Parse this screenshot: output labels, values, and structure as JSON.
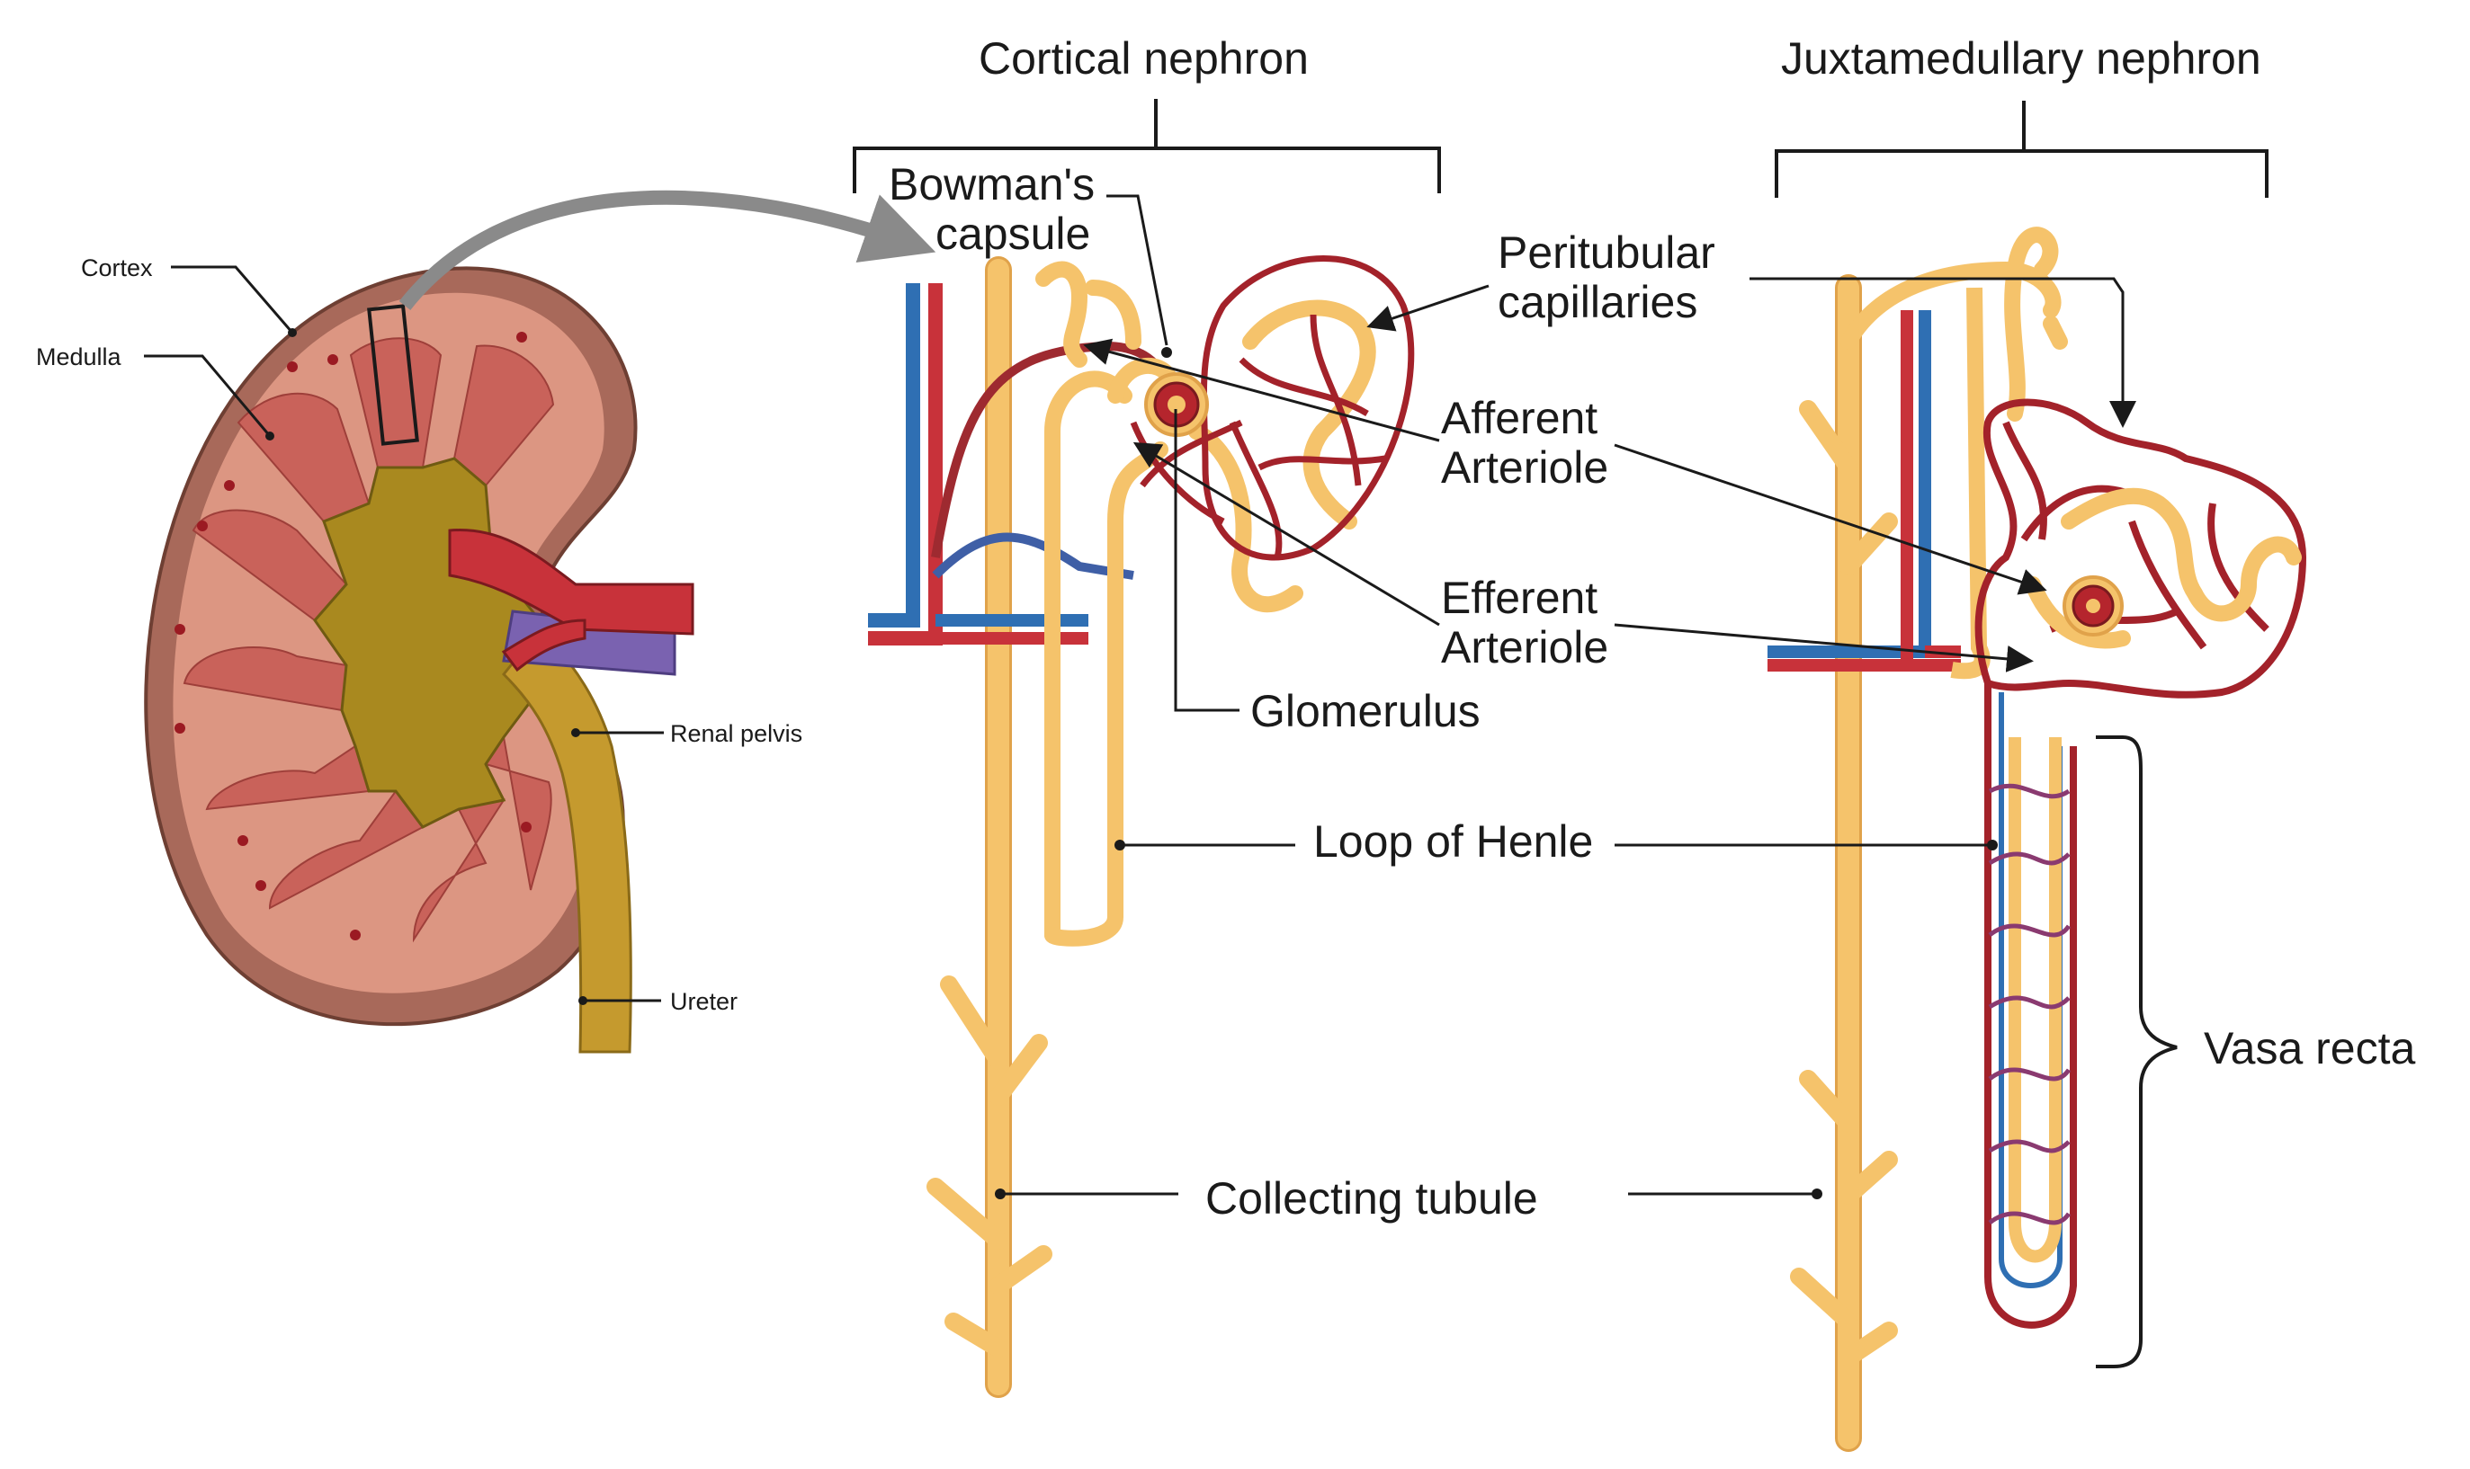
{
  "labels": {
    "cortical_nephron": "Cortical nephron",
    "juxtamedullary_nephron": "Juxtamedullary nephron",
    "bowmans_capsule_line1": "Bowman's",
    "bowmans_capsule_line2": "capsule",
    "peritubular_line1": "Peritubular",
    "peritubular_line2": "capillaries",
    "afferent_line1": "Afferent",
    "afferent_line2": "Arteriole",
    "efferent_line1": "Efferent",
    "efferent_line2": "Arteriole",
    "glomerulus": "Glomerulus",
    "loop_of_henle": "Loop of Henle",
    "vasa_recta": "Vasa recta",
    "collecting_tubule": "Collecting tubule",
    "cortex": "Cortex",
    "medulla": "Medulla",
    "renal_pelvis": "Renal pelvis",
    "ureter": "Ureter"
  },
  "colors": {
    "tubule": "#f5c36b",
    "tubule_edge": "#e0a24a",
    "artery": "#c8323a",
    "artery_dark": "#8e1c22",
    "vein": "#2f6fb3",
    "vein_purple": "#7a62b0",
    "cortex_outer": "#a8695a",
    "cortex_inner": "#d88f7c",
    "pyramid": "#cc6e64",
    "pelvis": "#b99a2e",
    "ureter": "#c59a2e",
    "arrow": "#8a8a8a",
    "line": "#1a1a1a"
  }
}
